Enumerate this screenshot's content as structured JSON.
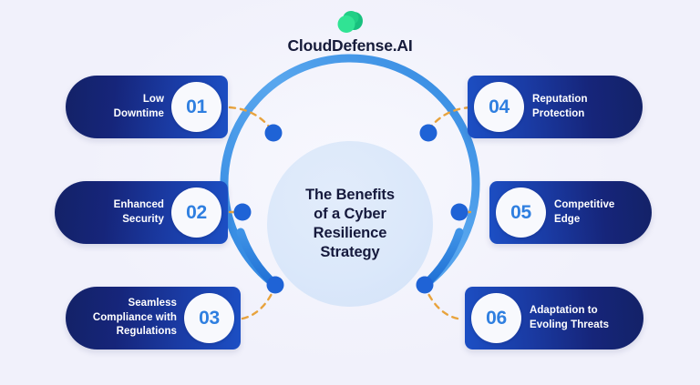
{
  "brand": {
    "name": "CloudDefense.AI",
    "logo_icon": "cloud-blob-logo",
    "logo_color_front": "#2ee089",
    "logo_color_back": "#1bbf77"
  },
  "center": {
    "title": "The Benefits\nof a Cyber\nResilience\nStrategy"
  },
  "palette": {
    "background": "#f1f1fb",
    "hub_fill": "#dbe8fa",
    "pill_dark": "#132267",
    "pill_bright": "#1c4fc4",
    "arc_color": "#2f86e0",
    "arc_color_dark": "#2166cf",
    "node_color": "#1f63d6",
    "connector_color": "#e8a33d",
    "badge_text": "#2f7fe0",
    "title_text": "#15193c"
  },
  "benefits": [
    {
      "number": "01",
      "label": "Low\nDowntime",
      "side": "left"
    },
    {
      "number": "02",
      "label": "Enhanced\nSecurity",
      "side": "left"
    },
    {
      "number": "03",
      "label": "Seamless\nCompliance with\nRegulations",
      "side": "left"
    },
    {
      "number": "04",
      "label": "Reputation\nProtection",
      "side": "right"
    },
    {
      "number": "05",
      "label": "Competitive\nEdge",
      "side": "right"
    },
    {
      "number": "06",
      "label": "Adaptation to\nEvoling Threats",
      "side": "right"
    }
  ]
}
